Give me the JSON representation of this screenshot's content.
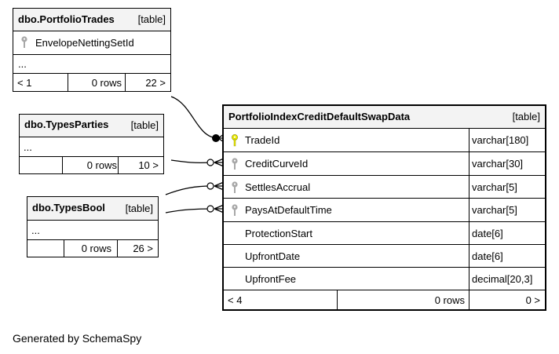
{
  "portfolio_trades": {
    "name": "dbo.PortfolioTrades",
    "tag": "[table]",
    "column": "EnvelopeNettingSetId",
    "ellipsis": "...",
    "parents": "< 1",
    "rows": "0 rows",
    "children": "22 >"
  },
  "types_parties": {
    "name": "dbo.TypesParties",
    "tag": "[table]",
    "ellipsis": "...",
    "rows": "0 rows",
    "children": "10 >"
  },
  "types_bool": {
    "name": "dbo.TypesBool",
    "tag": "[table]",
    "ellipsis": "...",
    "rows": "0 rows",
    "children": "26 >"
  },
  "main_table": {
    "name": "PortfolioIndexCreditDefaultSwapData",
    "tag": "[table]",
    "columns": [
      {
        "name": "TradeId",
        "type": "varchar[180]",
        "key": "primary-key"
      },
      {
        "name": "CreditCurveId",
        "type": "varchar[30]",
        "key": "foreign-key"
      },
      {
        "name": "SettlesAccrual",
        "type": "varchar[5]",
        "key": "foreign-key"
      },
      {
        "name": "PaysAtDefaultTime",
        "type": "varchar[5]",
        "key": "foreign-key"
      },
      {
        "name": "ProtectionStart",
        "type": "date[6]",
        "key": "none"
      },
      {
        "name": "UpfrontDate",
        "type": "date[6]",
        "key": "none"
      },
      {
        "name": "UpfrontFee",
        "type": "decimal[20,3]",
        "key": "none"
      }
    ],
    "parents": "< 4",
    "rows": "0 rows",
    "children": "0 >"
  },
  "colors": {
    "primary_key": "#e8e800",
    "foreign_key": "#a8a8a8",
    "header_bg": "#f3f3f3"
  },
  "footer": "Generated by SchemaSpy"
}
